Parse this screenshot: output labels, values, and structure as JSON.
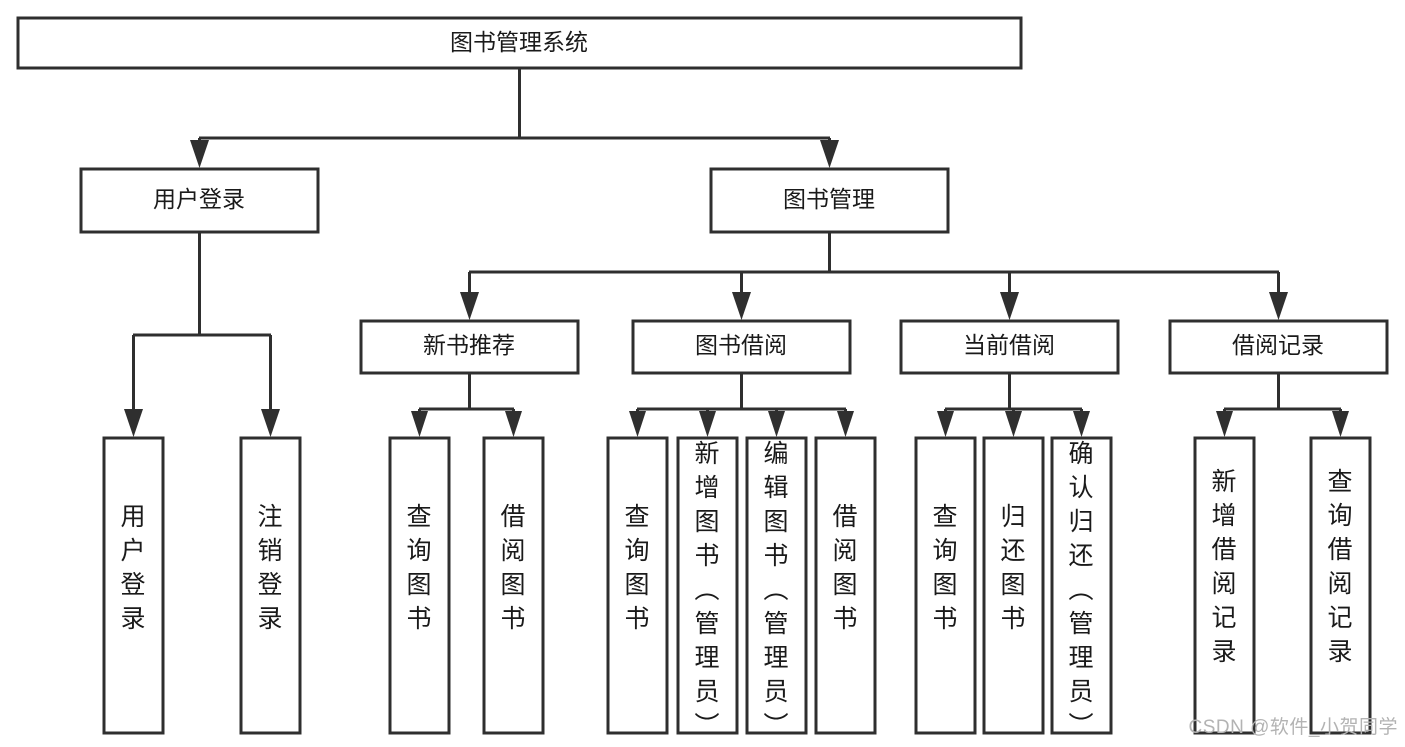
{
  "diagram": {
    "type": "tree-hierarchy-chart",
    "title": "图书管理系统",
    "orientation": "top-down",
    "colors": {
      "box_stroke": "#2f2f2f",
      "box_fill": "#ffffff",
      "text": "#1a1a1a",
      "connector": "#2f2f2f",
      "watermark": "#b3b3b3",
      "background": "#ffffff"
    },
    "root": {
      "label": "图书管理系统",
      "id": "root-system"
    },
    "level2": [
      {
        "id": "user-login",
        "label": "用户登录"
      },
      {
        "id": "book-management",
        "label": "图书管理"
      }
    ],
    "level3": [
      {
        "id": "new-book-recommend",
        "label": "新书推荐",
        "parent": "book-management"
      },
      {
        "id": "book-borrow",
        "label": "图书借阅",
        "parent": "book-management"
      },
      {
        "id": "current-borrow",
        "label": "当前借阅",
        "parent": "book-management"
      },
      {
        "id": "borrow-record",
        "label": "借阅记录",
        "parent": "book-management"
      }
    ],
    "leaves": {
      "user-login": [
        {
          "id": "leaf-user-login",
          "label": "用户登录"
        },
        {
          "id": "leaf-user-logout",
          "label": "注销登录"
        }
      ],
      "new-book-recommend": [
        {
          "id": "leaf-query-book-1",
          "label": "查询图书"
        },
        {
          "id": "leaf-borrow-book-1",
          "label": "借阅图书"
        }
      ],
      "book-borrow": [
        {
          "id": "leaf-query-book-2",
          "label": "查询图书"
        },
        {
          "id": "leaf-add-book",
          "label": "新增图书（管理员）"
        },
        {
          "id": "leaf-edit-book",
          "label": "编辑图书（管理员）"
        },
        {
          "id": "leaf-borrow-book-2",
          "label": "借阅图书"
        }
      ],
      "current-borrow": [
        {
          "id": "leaf-query-book-3",
          "label": "查询图书"
        },
        {
          "id": "leaf-return-book",
          "label": "归还图书"
        },
        {
          "id": "leaf-confirm-return",
          "label": "确认归还（管理员）"
        }
      ],
      "borrow-record": [
        {
          "id": "leaf-add-record",
          "label": "新增借阅记录"
        },
        {
          "id": "leaf-query-record",
          "label": "查询借阅记录"
        }
      ]
    }
  },
  "watermark": {
    "label": "CSDN @软件_小贺同学"
  }
}
